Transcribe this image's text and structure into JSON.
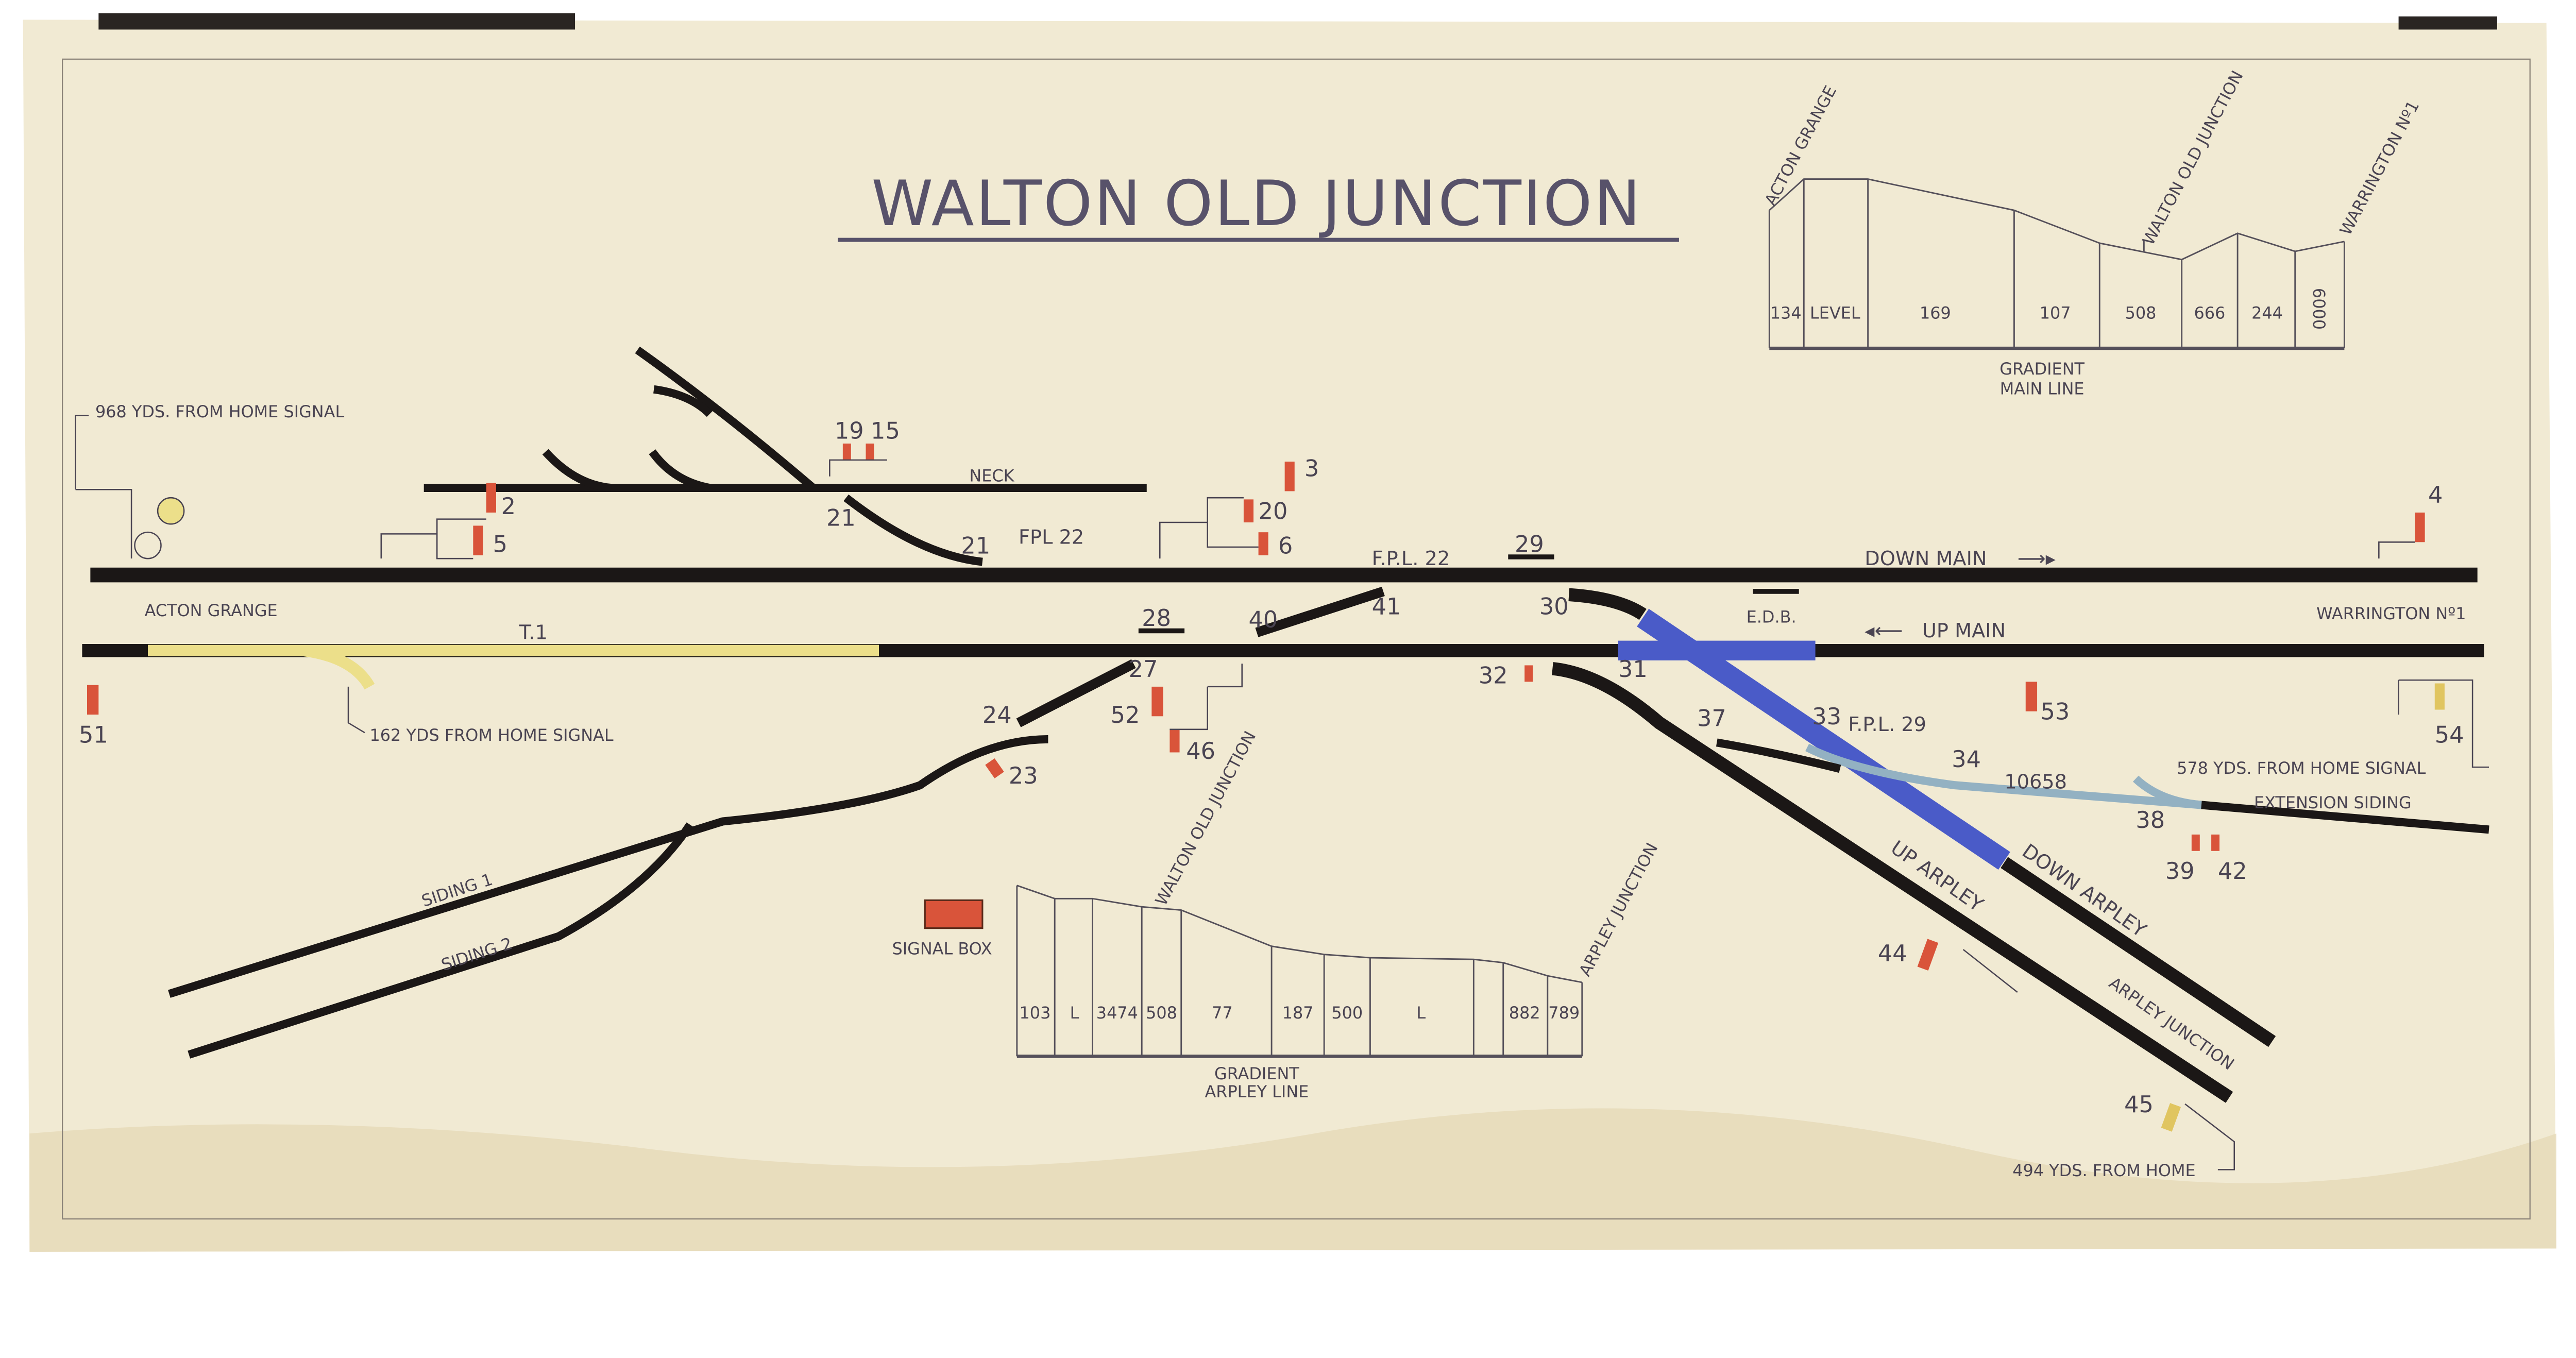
{
  "title": "WALTON OLD JUNCTION",
  "colors": {
    "paper": "#f1ead3",
    "track": "#1b1716",
    "signal": "#d9543a",
    "t1_track": "#ecdf8a",
    "crossover_blue": "#4a5bc8",
    "siding_blue": "#93b1c2"
  },
  "labels": {
    "home_968": "968 YDS. FROM HOME SIGNAL",
    "home_162": "162 YDS FROM HOME SIGNAL",
    "home_578": "578 YDS. FROM HOME SIGNAL",
    "home_494": "494 YDS. FROM HOME",
    "neck": "NECK",
    "fpl22_a": "FPL 22",
    "fpl22_b": "F.P.L. 22",
    "fpl29": "F.P.L. 29",
    "down_main": "DOWN MAIN",
    "up_main": "UP MAIN",
    "acton_grange": "ACTON GRANGE",
    "warrington": "WARRINGTON Nº1",
    "t1": "T.1",
    "edb": "E.D.B.",
    "track_10658": "10658",
    "extension_siding": "EXTENSION SIDING",
    "siding1": "SIDING 1",
    "siding2": "SIDING 2",
    "signal_box": "SIGNAL BOX",
    "up_arpley": "UP ARPLEY",
    "down_arpley": "DOWN ARPLEY",
    "arpley_junction": "ARPLEY JUNCTION"
  },
  "levers": {
    "l2": "2",
    "l3": "3",
    "l4": "4",
    "l5": "5",
    "l6": "6",
    "l15": "15",
    "l19": "19",
    "l20": "20",
    "l21a": "21",
    "l21b": "21",
    "l23": "23",
    "l24": "24",
    "l27": "27",
    "l28": "28",
    "l29": "29",
    "l30": "30",
    "l31": "31",
    "l32": "32",
    "l33": "33",
    "l34": "34",
    "l37": "37",
    "l38": "38",
    "l39": "39",
    "l40": "40",
    "l41": "41",
    "l42": "42",
    "l44": "44",
    "l45": "45",
    "l46": "46",
    "l51": "51",
    "l52": "52",
    "l53": "53",
    "l54": "54"
  },
  "gradient_main": {
    "title": "GRADIENT",
    "subtitle": "MAIN LINE",
    "start_label": "ACTON GRANGE",
    "mid_label": "WALTON OLD JUNCTION",
    "end_label": "WARRINGTON Nº1",
    "values": [
      "134",
      "LEVEL",
      "169",
      "107",
      "508",
      "666",
      "244",
      "6000"
    ]
  },
  "gradient_arpley": {
    "title": "GRADIENT",
    "subtitle": "ARPLEY LINE",
    "mid_label": "WALTON OLD JUNCTION",
    "end_label": "ARPLEY JUNCTION",
    "values": [
      "103",
      "L",
      "3474",
      "508",
      "77",
      "187",
      "500",
      "L",
      "882",
      "789"
    ]
  }
}
